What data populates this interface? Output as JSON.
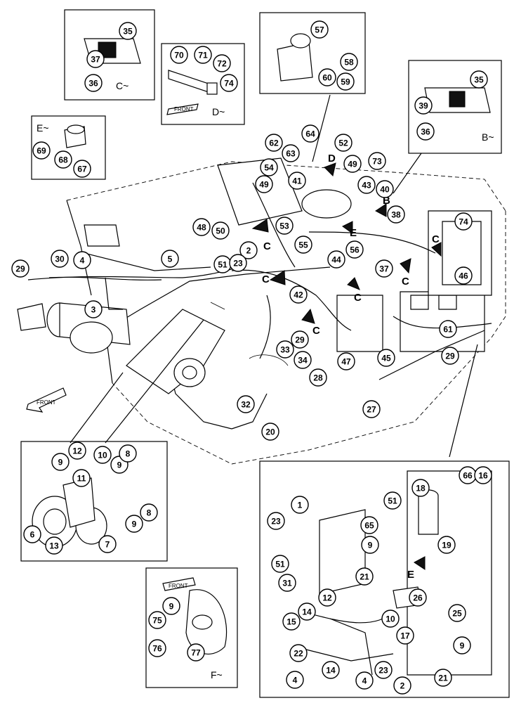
{
  "views": {
    "c": "C~",
    "d": "D~",
    "e": "E~",
    "b": "B~",
    "f": "F~",
    "e_small": "E"
  },
  "front_labels": [
    "FRONT",
    "FRONT",
    "FRONT"
  ],
  "view_arrows": [
    "C",
    "C",
    "C",
    "C",
    "D",
    "E",
    "B",
    "C",
    "C"
  ],
  "callouts": [
    "35",
    "37",
    "36",
    "70",
    "71",
    "72",
    "74",
    "57",
    "58",
    "60",
    "59",
    "35",
    "39",
    "36",
    "69",
    "68",
    "67",
    "62",
    "64",
    "63",
    "52",
    "49",
    "73",
    "54",
    "41",
    "43",
    "40",
    "49",
    "38",
    "74",
    "48",
    "50",
    "53",
    "2",
    "51",
    "23",
    "55",
    "56",
    "44",
    "37",
    "46",
    "5",
    "4",
    "30",
    "29",
    "3",
    "42",
    "29",
    "33",
    "34",
    "47",
    "45",
    "29",
    "61",
    "28",
    "32",
    "20",
    "27",
    "12",
    "9",
    "10",
    "9",
    "8",
    "11",
    "8",
    "9",
    "6",
    "13",
    "7",
    "9",
    "75",
    "76",
    "77",
    "66",
    "16",
    "51",
    "18",
    "1",
    "23",
    "65",
    "9",
    "19",
    "51",
    "21",
    "31",
    "14",
    "12",
    "26",
    "25",
    "15",
    "10",
    "17",
    "22",
    "23",
    "14",
    "4",
    "4",
    "2",
    "21",
    "9"
  ]
}
